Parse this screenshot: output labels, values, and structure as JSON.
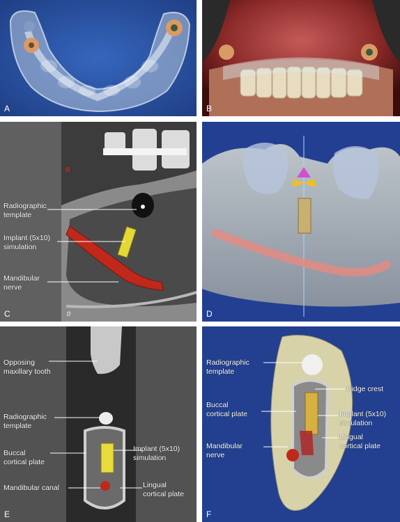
{
  "panels": {
    "a": {
      "label": "A"
    },
    "b": {
      "label": "B"
    },
    "c": {
      "label": "C",
      "corner_mark": "R",
      "bottom_mark": "0",
      "annotations": {
        "radiographic_template": "Radiographic\ntemplate",
        "implant_simulation": "Implant (5x10)\nsimulation",
        "mandibular_nerve": "Mandibular\nnerve"
      }
    },
    "d": {
      "label": "D"
    },
    "e": {
      "label": "E",
      "annotations": {
        "opposing_tooth": "Opposing\nmaxillary tooth",
        "radiographic_template": "Radiographic\ntemplate",
        "buccal_plate": "Buccal\ncortical plate",
        "implant_simulation": "Implant (5x10)\nsimulation",
        "mandibular_canal": "Mandibular canal",
        "lingual_plate": "Lingual\ncortical plate"
      }
    },
    "f": {
      "label": "F",
      "annotations": {
        "radiographic_template": "Radiographic\ntemplate",
        "ridge_crest": "Ridge crest",
        "buccal_plate": "Buccal\ncortical plate",
        "implant_simulation": "Implant (5x10)\nsimulation",
        "mandibular_nerve": "Mandibular\nnerve",
        "lingual_plate": "Lingual\ncortical plate"
      }
    }
  },
  "colors": {
    "panel_blue": "#2a4a9c",
    "nerve_red": "#c0281c",
    "implant_yellow": "#e8dc3c",
    "ct_gray": "#6a6a6a"
  }
}
